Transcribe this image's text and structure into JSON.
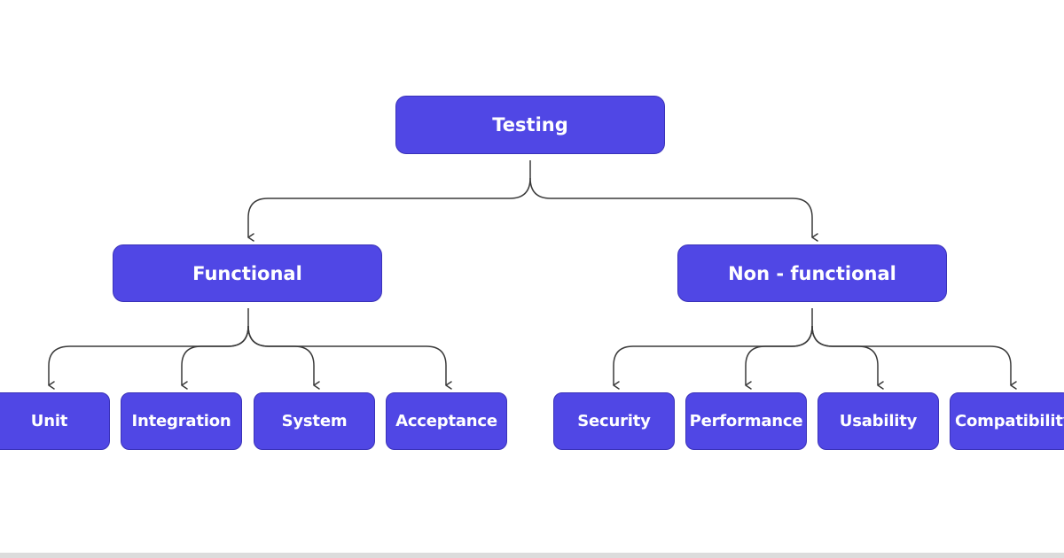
{
  "diagram": {
    "root": {
      "label": "Testing"
    },
    "categories": [
      {
        "label": "Functional"
      },
      {
        "label": "Non - functional"
      }
    ],
    "leaves": [
      {
        "label": "Unit"
      },
      {
        "label": "Integration"
      },
      {
        "label": "System"
      },
      {
        "label": "Acceptance"
      },
      {
        "label": "Security"
      },
      {
        "label": "Performance"
      },
      {
        "label": "Usability"
      },
      {
        "label": "Compatibility"
      }
    ],
    "colors": {
      "node_fill": "#5047e5",
      "node_border": "#3a32b8",
      "node_text": "#ffffff",
      "connector": "#3a3a3a",
      "background": "#ffffff"
    }
  }
}
